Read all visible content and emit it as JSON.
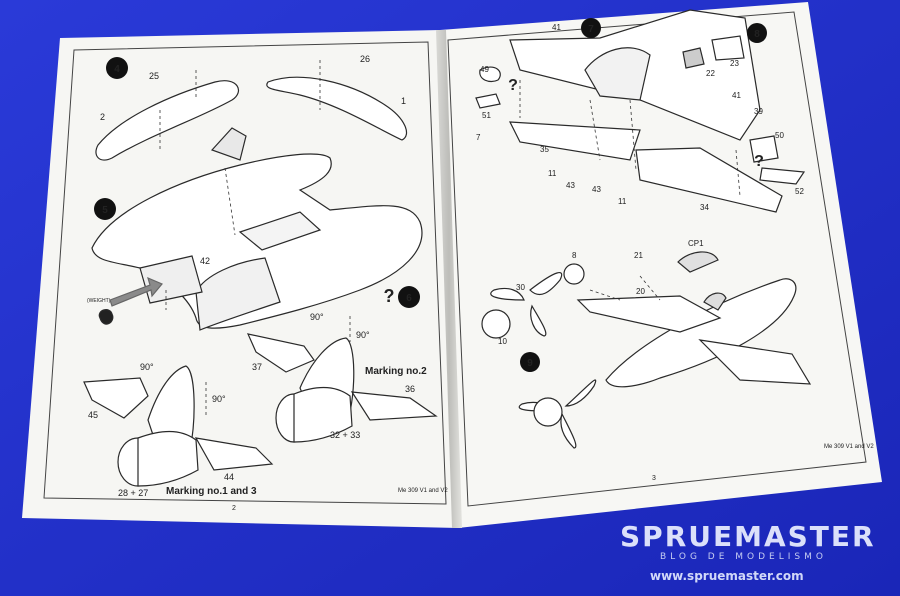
{
  "left_page": {
    "page_number": "2",
    "footer_model": "Me 309 V1 and V2",
    "step_labels": [
      "4",
      "5",
      "6"
    ],
    "part_numbers": [
      "25",
      "26",
      "2",
      "1",
      "42",
      "45",
      "44",
      "37",
      "36",
      "28 + 27",
      "32 + 33"
    ],
    "angles": [
      "90°",
      "90°",
      "90°",
      "90°"
    ],
    "weights_label": "(WEIGHT)",
    "marking_1_3": "Marking no.1 and 3",
    "marking_2": "Marking no.2"
  },
  "right_page": {
    "page_number": "3",
    "footer_model": "Me 309 V1 and V2",
    "step_labels": [
      "7",
      "8",
      "9"
    ],
    "part_numbers": [
      "41",
      "49",
      "51",
      "7",
      "35",
      "11",
      "43",
      "43",
      "11",
      "22",
      "23",
      "41",
      "39",
      "50",
      "52",
      "34",
      "8",
      "30",
      "10",
      "21",
      "20",
      "CP1"
    ]
  },
  "watermark": {
    "title": "SPRUEMASTER",
    "subtitle": "BLOG DE MODELISMO",
    "url": "www.spruemaster.com"
  },
  "colors": {
    "background": "#1f2fcf",
    "paper": "#f5f5f2",
    "linework": "#2a2a2a"
  }
}
